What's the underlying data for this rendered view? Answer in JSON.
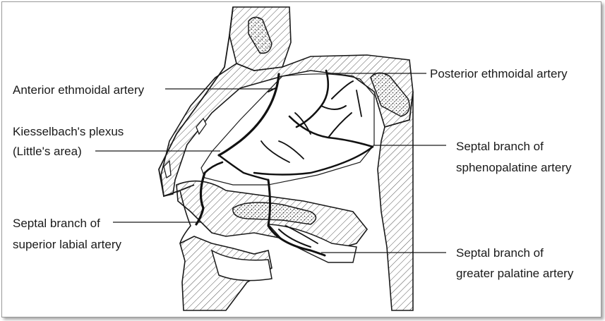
{
  "labels": {
    "anterior_ethmoidal": "Anterior ethmoidal artery",
    "kiesselbach_line1": "Kiesselbach's plexus",
    "kiesselbach_line2": "(Little's area)",
    "septal_superior_labial_line1": "Septal branch of",
    "septal_superior_labial_line2": "superior labial artery",
    "posterior_ethmoidal": "Posterior ethmoidal artery",
    "septal_sphenopalatine_line1": "Septal branch of",
    "septal_sphenopalatine_line2": "sphenopalatine artery",
    "septal_greater_palatine_line1": "Septal branch of",
    "septal_greater_palatine_line2": "greater palatine artery"
  },
  "colors": {
    "ink": "#1a1a1a",
    "hatch": "#555555",
    "frame": "#9a9a9a"
  }
}
